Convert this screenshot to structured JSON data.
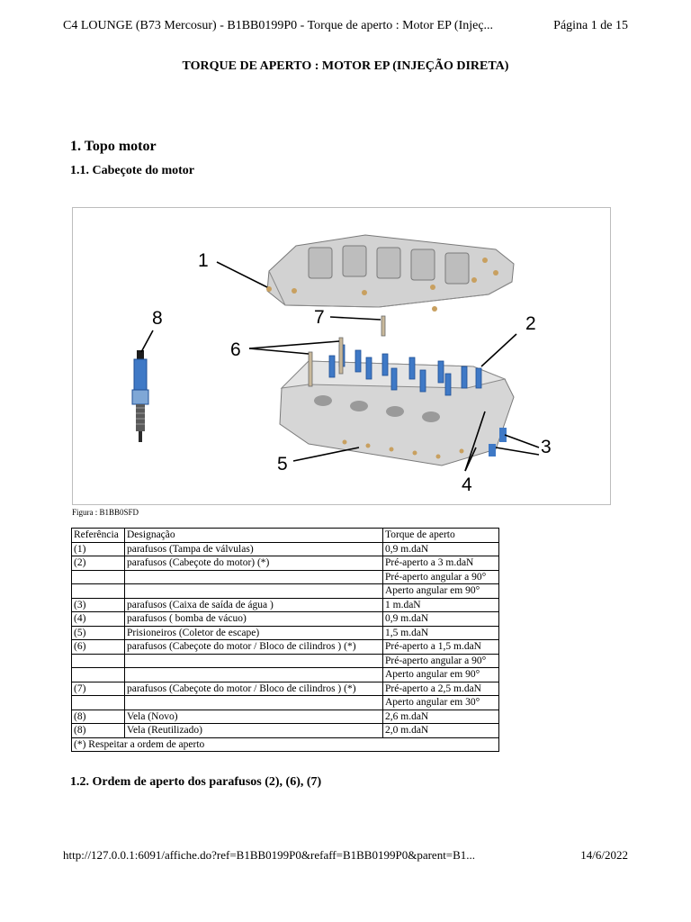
{
  "header": {
    "title": "C4 LOUNGE (B73 Mercosur) - B1BB0199P0 - Torque de aperto : Motor EP (Injeç...",
    "page": "Página 1 de 15"
  },
  "document": {
    "title": "TORQUE DE APERTO : MOTOR EP (INJEÇÃO DIRETA)",
    "section_1": "1. Topo motor",
    "section_1_1": "1.1. Cabeçote do motor",
    "section_1_2": "1.2. Ordem de aperto dos parafusos (2), (6), (7)"
  },
  "figure": {
    "caption": "Figura : B1BB0SFD",
    "callouts": [
      "1",
      "2",
      "3",
      "4",
      "5",
      "6",
      "7",
      "8"
    ]
  },
  "table": {
    "headers": [
      "Referência",
      "Designação",
      "Torque de aperto"
    ],
    "rows": [
      [
        "(1)",
        "parafusos (Tampa de válvulas)",
        "0,9 m.daN"
      ],
      [
        "(2)",
        "parafusos (Cabeçote do motor) (*)",
        "Pré-aperto a 3 m.daN"
      ],
      [
        "",
        "",
        "Pré-aperto angular a 90°"
      ],
      [
        "",
        "",
        "Aperto angular em 90°"
      ],
      [
        "(3)",
        "parafusos (Caixa de saída de água )",
        "1 m.daN"
      ],
      [
        "(4)",
        "parafusos ( bomba de vácuo)",
        "0,9 m.daN"
      ],
      [
        "(5)",
        "Prisioneiros (Coletor de escape)",
        "1,5 m.daN"
      ],
      [
        "(6)",
        "parafusos (Cabeçote do motor / Bloco de cilindros ) (*)",
        "Pré-aperto a 1,5 m.daN"
      ],
      [
        "",
        "",
        "Pré-aperto angular a 90°"
      ],
      [
        "",
        "",
        "Aperto angular em 90°"
      ],
      [
        "(7)",
        "parafusos (Cabeçote do motor / Bloco de cilindros ) (*)",
        "Pré-aperto a 2,5 m.daN"
      ],
      [
        "",
        "",
        "Aperto angular em 30°"
      ],
      [
        "(8)",
        "Vela (Novo)",
        "2,6 m.daN"
      ],
      [
        "(8)",
        "Vela (Reutilizado)",
        "2,0 m.daN"
      ]
    ],
    "footnote": "(*) Respeitar a ordem de aperto"
  },
  "footer": {
    "url": "http://127.0.0.1:6091/affiche.do?ref=B1BB0199P0&refaff=B1BB0199P0&parent=B1...",
    "date": "14/6/2022"
  },
  "colors": {
    "bolt_blue": "#3f79c6",
    "line": "#000000",
    "metal": "#d2d2d2"
  }
}
